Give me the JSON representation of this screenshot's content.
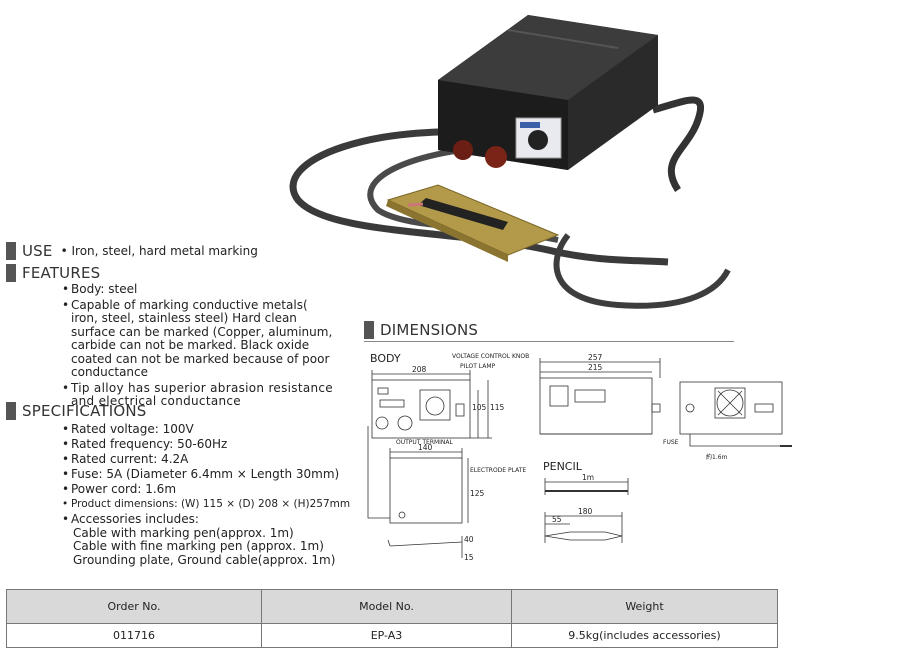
{
  "use": {
    "title": "USE",
    "text": "Iron, steel, hard metal marking"
  },
  "features": {
    "title": "FEATURES",
    "items": [
      "Body: steel",
      "Capable of marking conductive metals( iron, steel, stainless steel) Hard clean surface can be marked (Copper, aluminum, carbide can not be marked. Black oxide coated can not be marked because of poor conductance",
      "Tip alloy has superior abrasion resistance and electrical conductance"
    ]
  },
  "specifications": {
    "title": "SPECIFICATIONS",
    "items": [
      "Rated voltage: 100V",
      "Rated frequency: 50-60Hz",
      "Rated current: 4.2A",
      "Fuse: 5A (Diameter 6.4mm × Length 30mm)",
      "Power cord: 1.6m",
      "Product dimensions: (W) 115 × (D) 208 × (H)257mm"
    ],
    "accessories_title": "Accessories includes:",
    "accessories": [
      "Cable with marking pen(approx. 1m)",
      "Cable with fine marking pen (approx. 1m)",
      "Grounding plate, Ground cable(approx. 1m)"
    ]
  },
  "dimensions": {
    "title": "DIMENSIONS",
    "body_label": "BODY",
    "pencil_label": "PENCIL",
    "callouts": {
      "voltage_knob": "VOLTAGE CONTROL KNOB",
      "pilot_lamp": "PILOT LAMP",
      "output_terminal": "OUTPUT TERMINAL",
      "electrode_plate": "ELECTRODE PLATE",
      "fuse": "FUSE",
      "cord": "約1.6m"
    },
    "measures": {
      "w208": "208",
      "h105": "105",
      "h115": "115",
      "d257": "257",
      "d215": "215",
      "p140": "140",
      "p125": "125",
      "p40": "40",
      "p15": "15",
      "pen1m": "1m",
      "pen180": "180",
      "pen55": "55"
    }
  },
  "table": {
    "headers": [
      "Order No.",
      "Model No.",
      "Weight"
    ],
    "rows": [
      [
        "011716",
        "EP-A3",
        "9.5kg(includes accessories)"
      ]
    ]
  }
}
